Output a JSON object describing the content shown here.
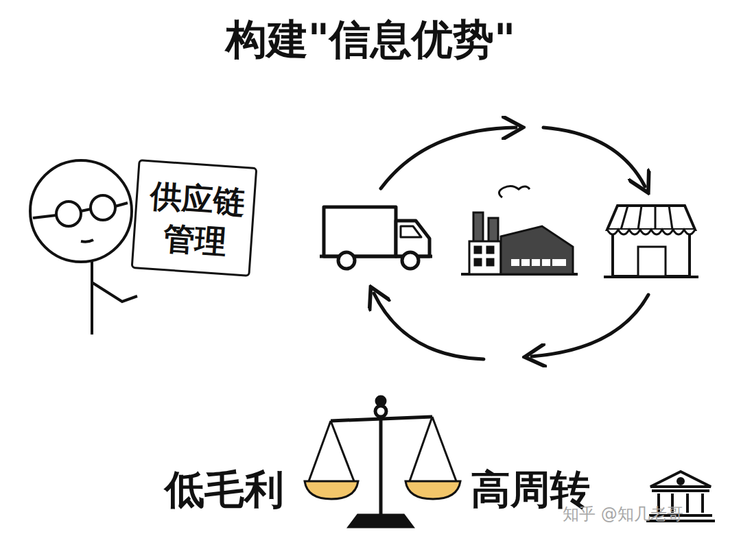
{
  "diagram": {
    "title": "构建\"信息优势\"",
    "nodes": [
      {
        "text": [
          "供应链 管理"
        ]
      }
    ],
    "labels": [
      "低毛利",
      "高周转",
      "知乎 @知几老哥"
    ]
  }
}
